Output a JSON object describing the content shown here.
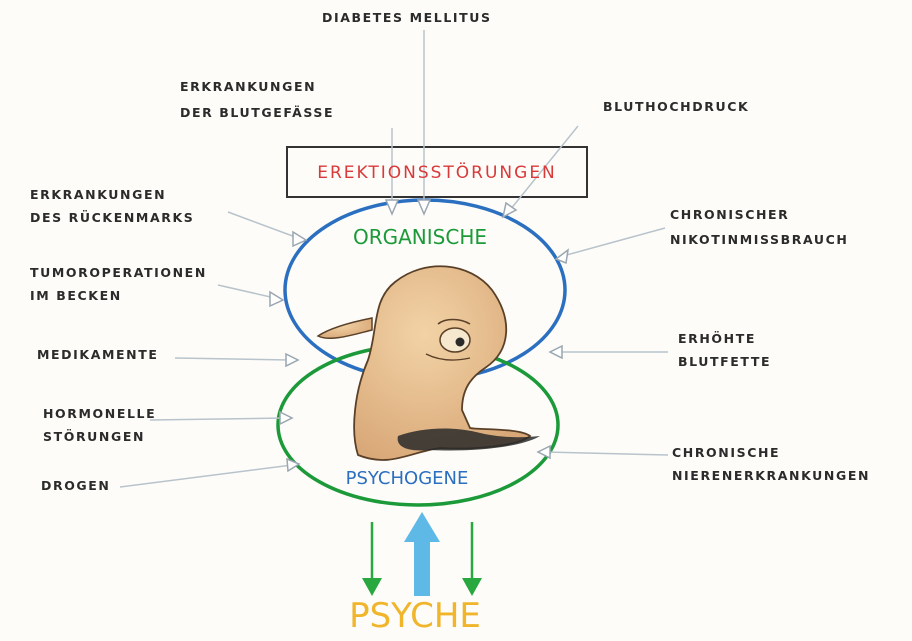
{
  "diagram": {
    "causes": {
      "diabetes": "DIABETES MELLITUS",
      "gefaesse": [
        "ERKRANKUNGEN",
        "DER BLUTGEFÄSSE"
      ],
      "bluthochdruck": "BLUTHOCHDRUCK",
      "rueckenmark": [
        "ERKRANKUNGEN",
        "DES RÜCKENMARKS"
      ],
      "nikotin": [
        "CHRONISCHER",
        "NIKOTINMISSBRAUCH"
      ],
      "tumor": [
        "TUMOROPERATIONEN",
        "IM BECKEN"
      ],
      "medikamente": "MEDIKAMENTE",
      "blutfette": [
        "ERHÖHTE",
        "BLUTFETTE"
      ],
      "hormone": [
        "HORMONELLE",
        "STÖRUNGEN"
      ],
      "drogen": "DROGEN",
      "niere": [
        "CHRONISCHE",
        "NIERENERKRANKUNGEN"
      ]
    },
    "center_title": "EREKTIONSSTÖRUNGEN",
    "upper_circle_label": "ORGANISCHE",
    "lower_circle_label": "PSYCHOGENE",
    "bottom_label": "PSYCHE",
    "colors": {
      "title": "#d83a3a",
      "organic": "#1c9a3a",
      "psychogenic": "#2b6fc0",
      "psyche": "#f0b52b",
      "up_arrow": "#5fb9e6",
      "down_arrows": "#2aa840",
      "figure": "#e3b98a"
    },
    "icons": [
      "cartoon-figure-icon"
    ]
  }
}
